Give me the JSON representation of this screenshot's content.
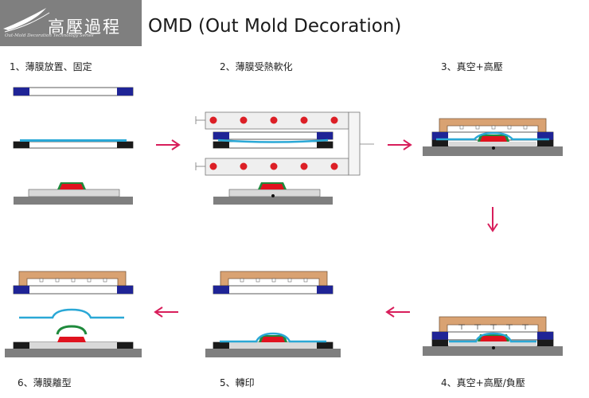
{
  "logo": {
    "title": "高壓過程",
    "subtitle": "Out-Mold Decoration Technology Series"
  },
  "page_title": "OMD (Out Mold Decoration)",
  "steps": [
    {
      "label": "1、薄膜放置、固定"
    },
    {
      "label": "2、薄膜受熱軟化"
    },
    {
      "label": "3、真空+高壓"
    },
    {
      "label": "4、真空+高壓/負壓"
    },
    {
      "label": "5、轉印"
    },
    {
      "label": "6、薄膜離型"
    }
  ],
  "colors": {
    "logo_bg": "#7f7f7f",
    "base_gray": "#7f7f7f",
    "platform_gray": "#d9d9d9",
    "frame_navy": "#1f2496",
    "clamp_black": "#1a1a1a",
    "film_blue": "#2aa8d6",
    "part_red": "#e0121e",
    "mold_green": "#1f8a3c",
    "chamber_brown": "#d9a272",
    "heater_red": "#dc1f26",
    "arrow_pink": "#d81e5b"
  }
}
